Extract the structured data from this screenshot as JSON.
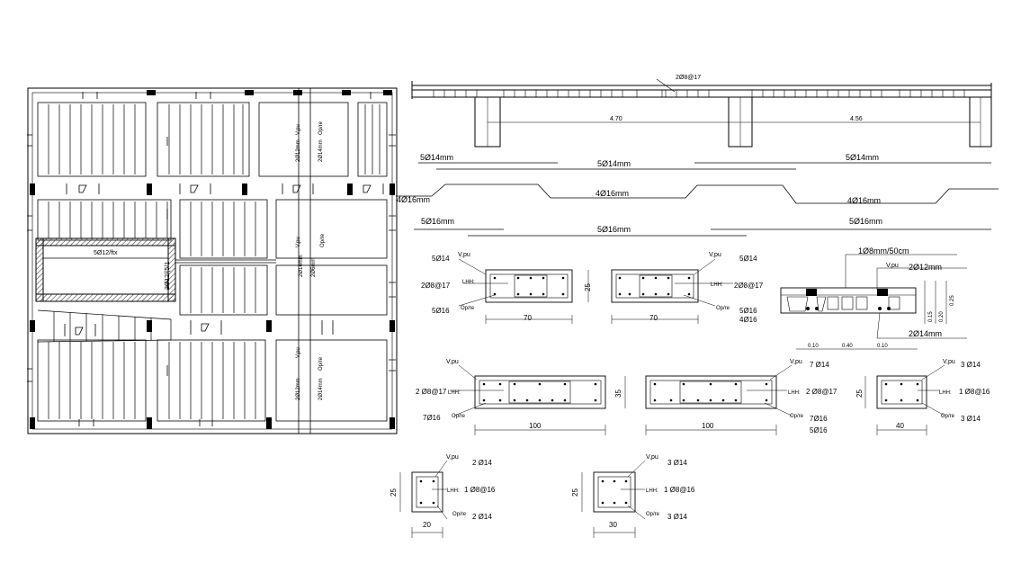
{
  "colors": {
    "ink": "#000000",
    "paper": "#ffffff",
    "hatch": "#444444"
  },
  "plan": {
    "labels": {
      "left_bar": "5Ø12/ftx",
      "mid_vertical": "2Ø12/(5/1",
      "top_a": "2Ø12mm",
      "top_b": "2Ø14mm",
      "middle_a": "2Ø14mm",
      "middle_b": "2Ø6mm",
      "bottom_a": "2Ø12mm",
      "bottom_b": "2Ø14mm",
      "vpu": "V,pu",
      "opre": "Op/re"
    }
  },
  "elevation": {
    "top_bar": "2Ø8@17",
    "span_1": "4.70",
    "span_2": "4.56",
    "bars": [
      {
        "text": "5Ø14mm",
        "id": "b1"
      },
      {
        "text": "5Ø14mm",
        "id": "b2"
      },
      {
        "text": "5Ø14mm",
        "id": "b3"
      },
      {
        "text": "4Ø16mm",
        "id": "b4"
      },
      {
        "text": "4Ø16mm",
        "id": "b5"
      },
      {
        "text": "4Ø16mm",
        "id": "b6"
      },
      {
        "text": "5Ø16mm",
        "id": "b7"
      },
      {
        "text": "5Ø16mm",
        "id": "b8"
      },
      {
        "text": "5Ø16mm",
        "id": "b9"
      }
    ]
  },
  "sections": {
    "s1": {
      "top": "5Ø14",
      "vpu": "V,pu",
      "stirrup": "2Ø8@17",
      "stir_tag": "LHH:",
      "bottom": "5Ø16",
      "opre": "Op/re",
      "height": "25",
      "width": "70"
    },
    "s2": {
      "vpu": "V,pu",
      "top": "5Ø14",
      "stir_tag": "LHH:",
      "stirrup": "2Ø8@17",
      "opre": "Op/re",
      "bottom_a": "5Ø16",
      "bottom_b": "4Ø16",
      "width": "70"
    },
    "slab": {
      "top_note": "1Ø8mm/50cm",
      "vpu": "V,pu",
      "top_bar": "2Ø12mm",
      "bottom_bar": "2Ø14mm",
      "dim_a": "0.10",
      "dim_b": "0.40",
      "dim_c": "0.10",
      "h1": "0.15",
      "h2": "0.20",
      "h3": "0.25"
    },
    "s3": {
      "vpu": "V,pu",
      "stirrup": "2 Ø8@17",
      "stir_tag": "LHH:",
      "bottom": "7Ø16",
      "opre": "Op/re",
      "height": "35",
      "width": "100"
    },
    "s4": {
      "vpu": "V,pu",
      "top": "7 Ø14",
      "stir_tag": "LHH:",
      "stirrup": "2 Ø8@17",
      "opre": "Op/re",
      "bottom_a": "7Ø16",
      "bottom_b": "5Ø16",
      "width": "100"
    },
    "s5": {
      "vpu": "V,pu",
      "top": "3 Ø14",
      "stir_tag": "LHH:",
      "stirrup": "1 Ø8@16",
      "opre": "Op/re",
      "bottom": "3 Ø14",
      "height": "25",
      "width": "40"
    },
    "s6": {
      "vpu": "V,pu",
      "top": "2 Ø14",
      "stir_tag": "LHH:",
      "stirrup": "1 Ø8@16",
      "opre": "Op/re",
      "bottom": "2 Ø14",
      "height": "25",
      "width": "20"
    },
    "s7": {
      "vpu": "V,pu",
      "top": "3 Ø14",
      "stir_tag": "LHH:",
      "stirrup": "1 Ø8@16",
      "opre": "Op/re",
      "bottom": "3 Ø14",
      "height": "25",
      "width": "30"
    }
  }
}
